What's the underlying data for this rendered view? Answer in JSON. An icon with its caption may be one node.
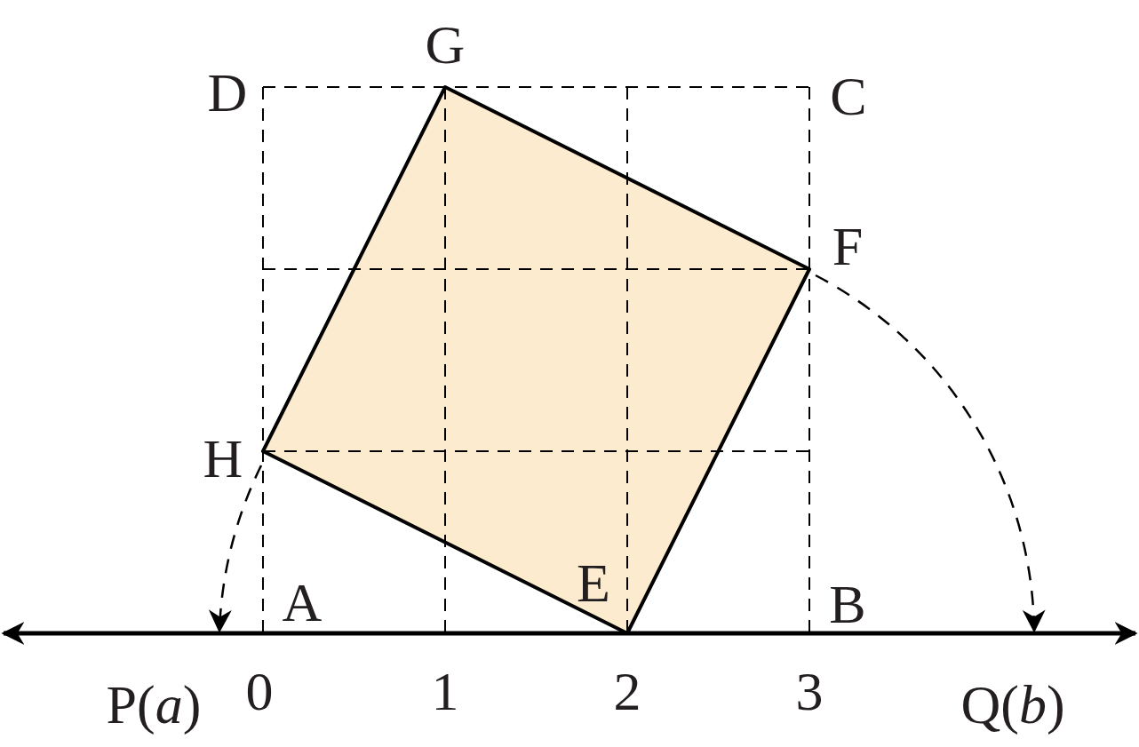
{
  "diagram": {
    "nodes": [
      {
        "text": [
          "H"
        ]
      },
      {
        "text": [
          "P(*a*)"
        ]
      },
      {
        "text": [
          "F"
        ]
      },
      {
        "text": [
          "Q(*b*)"
        ]
      }
    ],
    "edges": [
      {
        "from": 0,
        "to": 1,
        "arrow": "to",
        "style": "dashed"
      },
      {
        "from": 2,
        "to": 3,
        "arrow": "to",
        "style": "dashed"
      }
    ],
    "labels": [
      "G",
      "D",
      "C",
      "A",
      "E",
      "B",
      "0",
      "1",
      "2",
      "3"
    ]
  }
}
